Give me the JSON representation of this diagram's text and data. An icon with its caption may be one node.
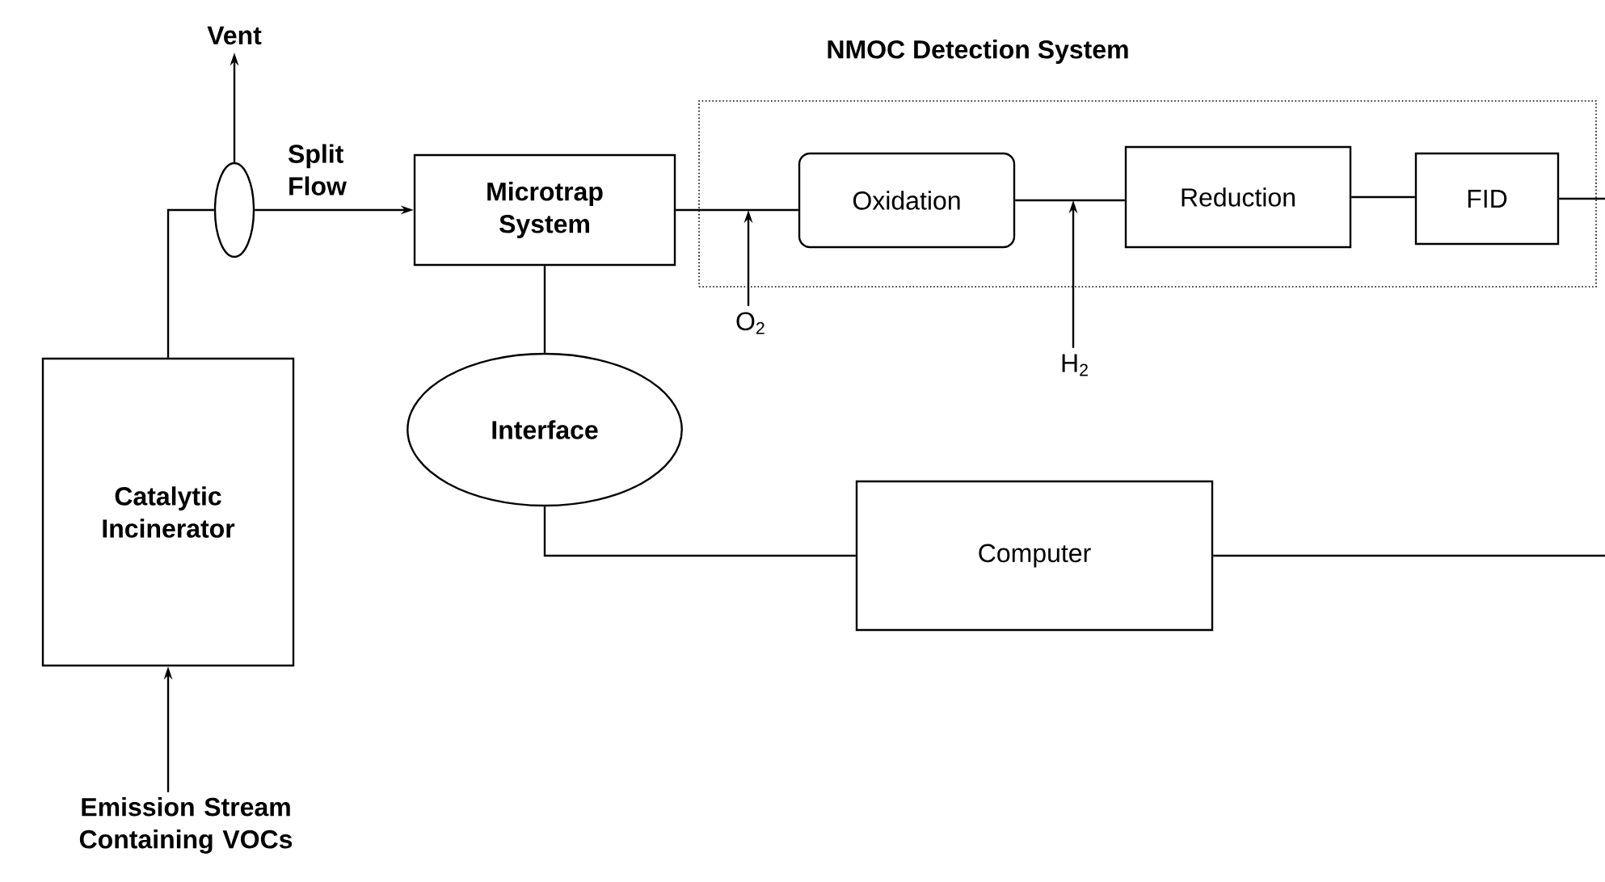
{
  "diagram": {
    "nodes": [
      {
        "text": [
          "Emission Stream Containing VOCs"
        ]
      },
      {
        "text": [
          "Catalytic Incinerator"
        ]
      },
      {
        "text": [],
        "shape": "ellipse"
      },
      {
        "text": [
          "Vent"
        ]
      },
      {
        "text": [
          "Microtrap System"
        ]
      },
      {
        "text": [
          "NMOC Detection System"
        ]
      },
      {
        "text": [
          "Oxidation"
        ],
        "in": 5
      },
      {
        "text": [
          "Reduction"
        ],
        "in": 5
      },
      {
        "text": [
          "FID"
        ],
        "in": 5
      },
      {
        "text": [
          "O$_{2}$"
        ]
      },
      {
        "text": [
          "H$_{2}$"
        ]
      },
      {
        "text": [
          "Interface"
        ]
      },
      {
        "text": [
          "Computer"
        ]
      }
    ],
    "edges": [
      {
        "from": 0,
        "to": 1,
        "arrow": "to"
      },
      {
        "from": 1,
        "to": 2,
        "arrow": "none"
      },
      {
        "from": 2,
        "to": 3,
        "arrow": "to"
      },
      {
        "from": 2,
        "to": 4,
        "arrow": "to",
        "label": "Split Flow"
      },
      {
        "from": 4,
        "to": 6,
        "arrow": "none"
      },
      {
        "from": 9,
        "to": null,
        "arrow": "to"
      },
      {
        "from": 6,
        "to": 7,
        "arrow": "none"
      },
      {
        "from": 10,
        "to": null,
        "arrow": "to"
      },
      {
        "from": 7,
        "to": 8,
        "arrow": "none"
      },
      {
        "from": 8,
        "to": null,
        "arrow": "none"
      },
      {
        "from": 4,
        "to": 11,
        "arrow": "none"
      },
      {
        "from": 11,
        "to": 12,
        "arrow": "none"
      },
      {
        "from": 12,
        "to": null,
        "arrow": "none"
      }
    ]
  }
}
